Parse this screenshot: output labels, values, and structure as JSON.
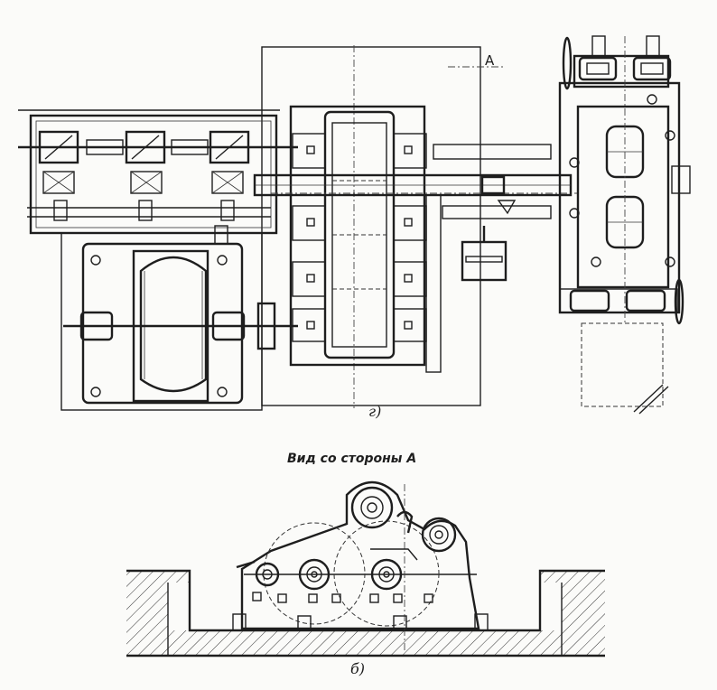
{
  "drawing": {
    "plan": {
      "label_a": "A",
      "caption": "г)"
    },
    "side_view": {
      "title": "Вид со стороны А",
      "caption": "б)"
    }
  },
  "colors": {
    "ink": "#1e1e1e",
    "paper": "#fbfbf9"
  }
}
